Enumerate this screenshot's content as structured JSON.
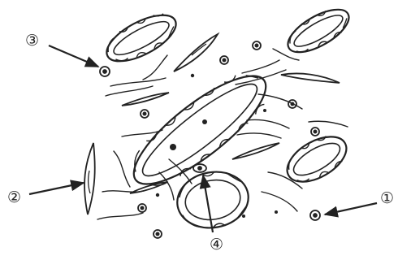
{
  "labels": {
    "one": "①",
    "two": "②",
    "three": "③",
    "four": "④"
  },
  "colors": {
    "ink": "#222222",
    "background": "#ffffff"
  }
}
